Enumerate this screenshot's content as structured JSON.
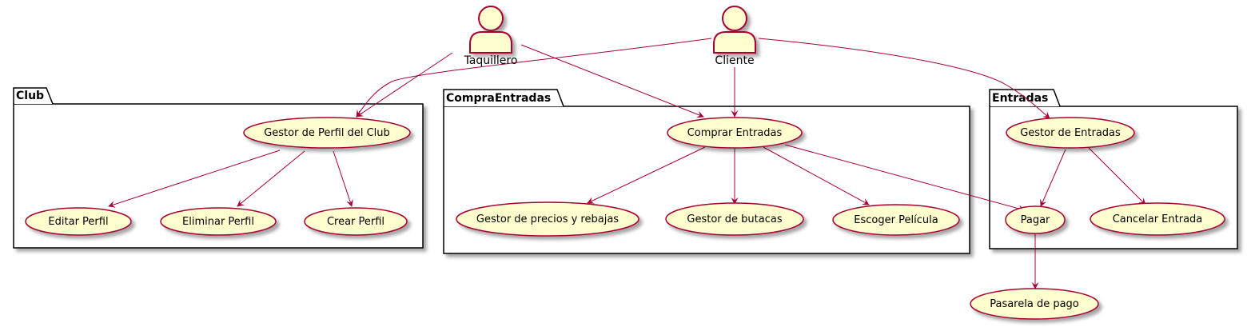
{
  "colors": {
    "usecase_fill": "#FEFECE",
    "usecase_border": "#A80036",
    "edge": "#A80036",
    "package_border": "#000000"
  },
  "actors": {
    "taquillero": "Taquillero",
    "cliente": "Cliente"
  },
  "packages": {
    "club": "Club",
    "compra": "CompraEntradas",
    "entradas": "Entradas"
  },
  "usecases": {
    "gestor_perfil": "Gestor de Perfil del Club",
    "editar_perfil": "Editar Perfil",
    "eliminar_perfil": "Eliminar Perfil",
    "crear_perfil": "Crear Perfil",
    "comprar_entradas": "Comprar Entradas",
    "gestor_precios": "Gestor de precios y rebajas",
    "gestor_butacas": "Gestor de butacas",
    "escoger_pelicula": "Escoger Película",
    "gestor_entradas": "Gestor de Entradas",
    "pagar": "Pagar",
    "cancelar_entrada": "Cancelar Entrada",
    "pasarela_pago": "Pasarela de pago"
  }
}
